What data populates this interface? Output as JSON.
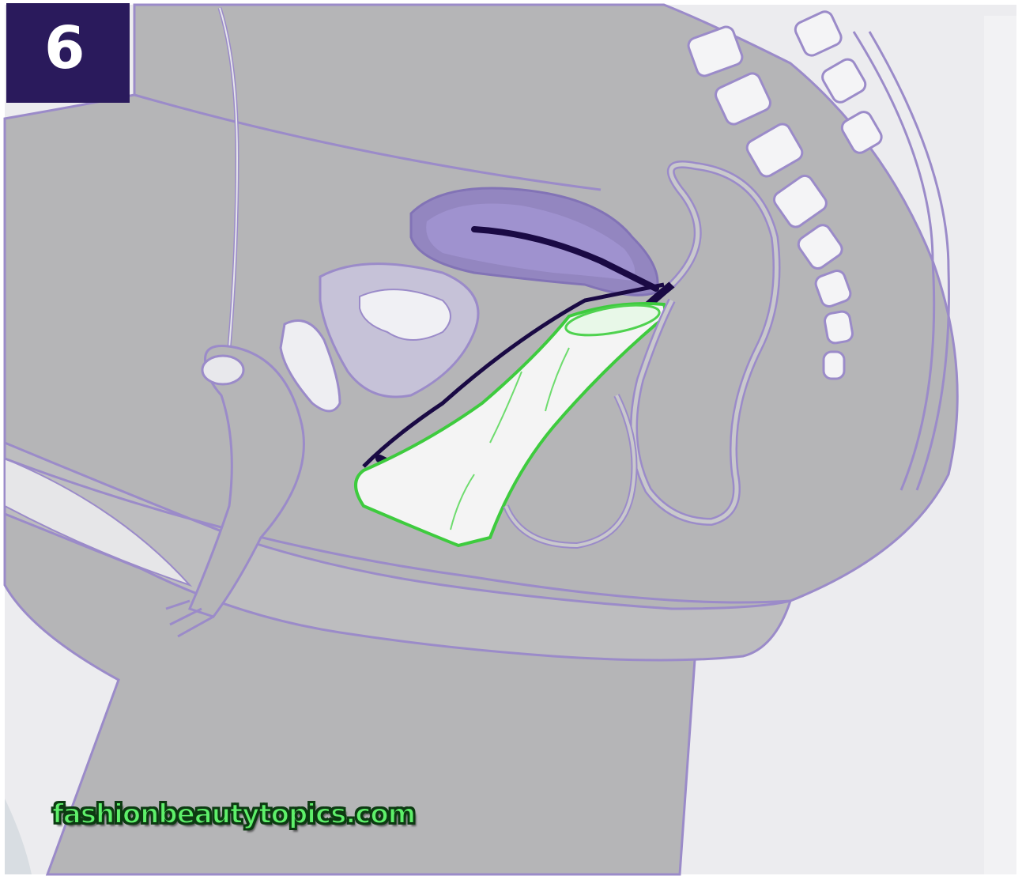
{
  "step": {
    "number": "6"
  },
  "watermark": {
    "text": "fashionbeautytopics.com"
  },
  "colors": {
    "skin": "#b8b8b8",
    "background": "#eeeef0",
    "outline": "#9a86c8",
    "uterus": "#8a78c0",
    "canal": "#1a0a44",
    "device": "#5fe35f",
    "badge": "#2a1a5c"
  },
  "icons": [
    "finger-illustration",
    "bladder-illustration",
    "uterus-illustration",
    "spine-illustration",
    "inserted-device-illustration"
  ]
}
